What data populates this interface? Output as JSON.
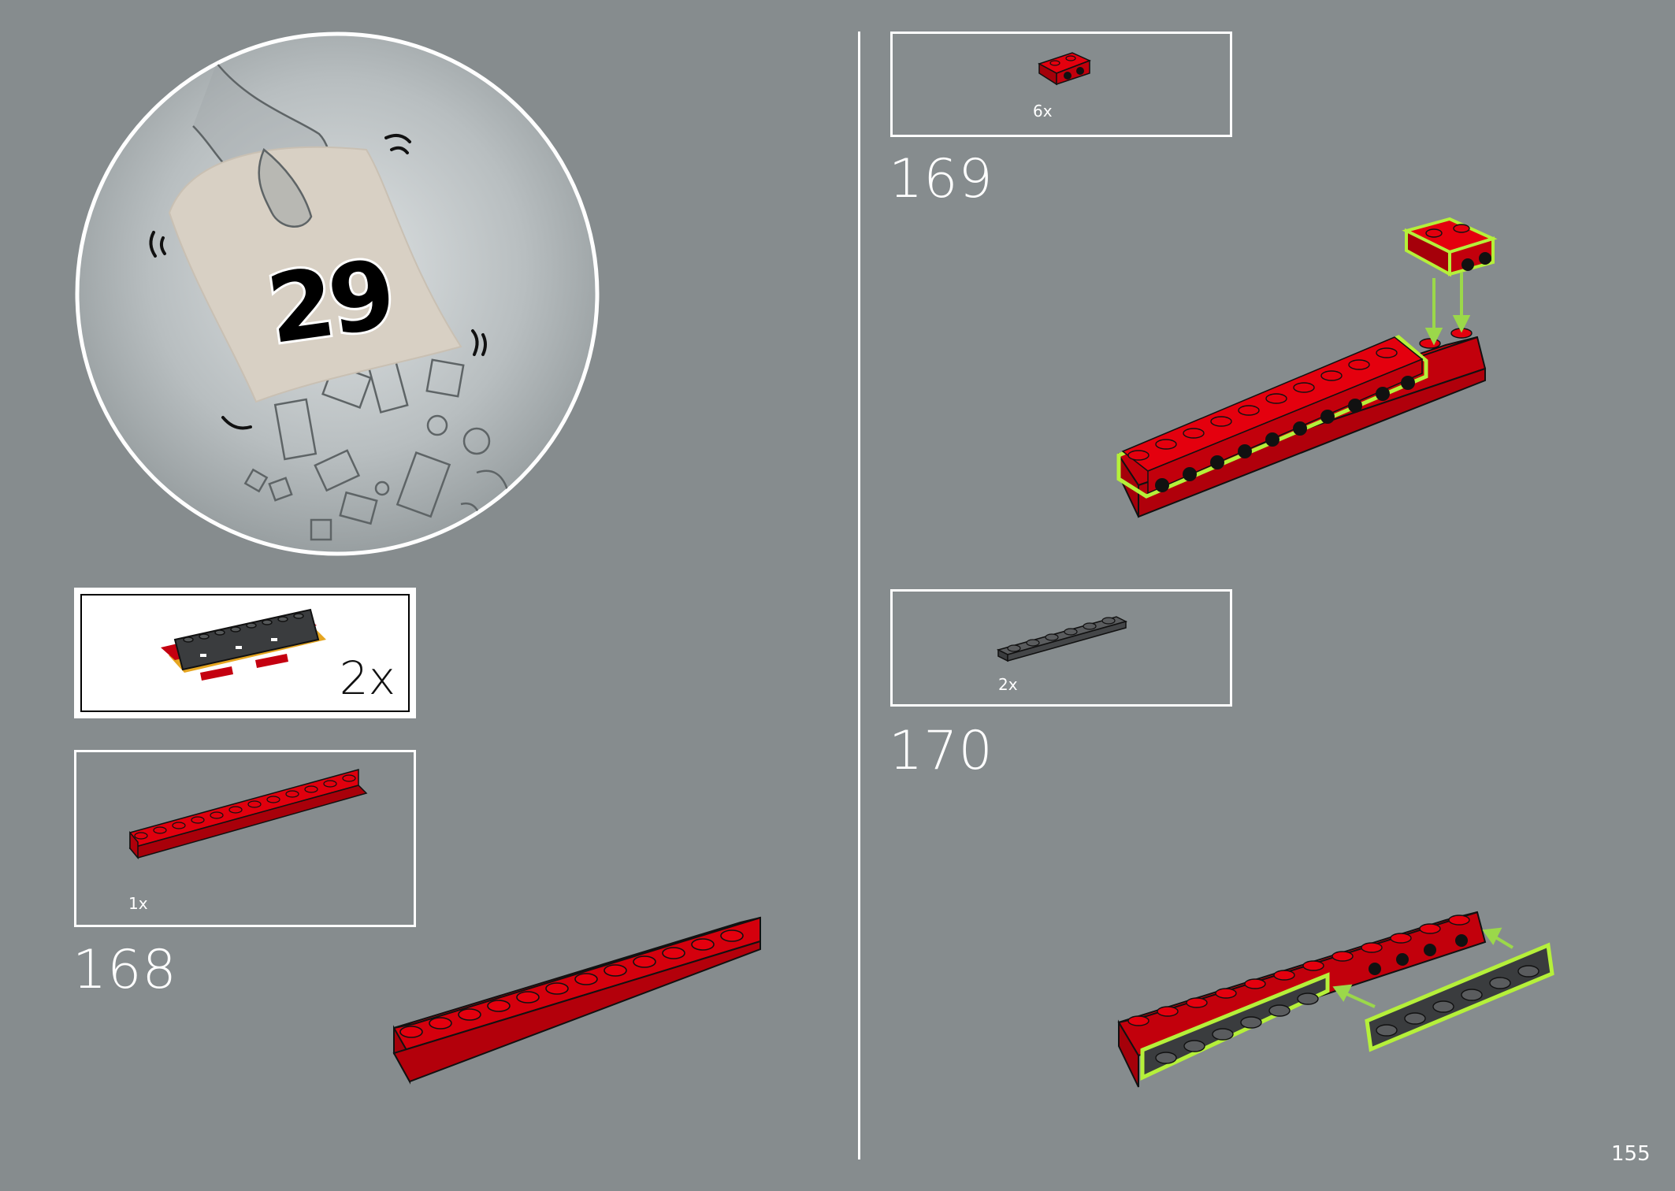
{
  "page_number": "155",
  "bag_number": "29",
  "submodel": {
    "quantity": "2x"
  },
  "steps": [
    {
      "number": "168",
      "parts": [
        {
          "quantity": "1x",
          "part": "red brick 1x12"
        }
      ]
    },
    {
      "number": "169",
      "parts": [
        {
          "quantity": "6x",
          "part": "red brick 1x2 with studs on side"
        }
      ]
    },
    {
      "number": "170",
      "parts": [
        {
          "quantity": "2x",
          "part": "dark grey plate 1x6"
        }
      ]
    }
  ],
  "colors": {
    "background": "#868c8e",
    "brick_red": "#d9000d",
    "highlight_green": "#b5f03a",
    "plate_grey": "#4a4c4e"
  }
}
